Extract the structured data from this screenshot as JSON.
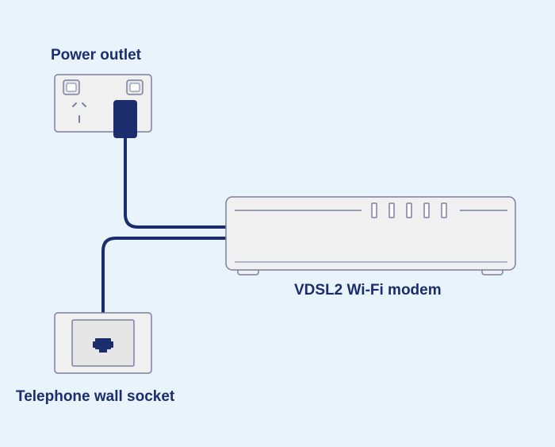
{
  "labels": {
    "power_outlet": "Power outlet",
    "modem": "VDSL2 Wi-Fi modem",
    "telephone_socket": "Telephone wall socket"
  },
  "colors": {
    "background": "#e8f3fb",
    "device_fill": "#f0f0f0",
    "device_stroke": "#7a80a0",
    "cable": "#1c2d6e",
    "text": "#1c2d6e"
  },
  "modem": {
    "indicator_count": 5
  },
  "icons": {
    "outlet": "power-outlet-icon",
    "plug": "power-plug-icon",
    "modem": "modem-icon",
    "socket": "telephone-socket-icon",
    "rj11": "rj11-connector-icon"
  }
}
